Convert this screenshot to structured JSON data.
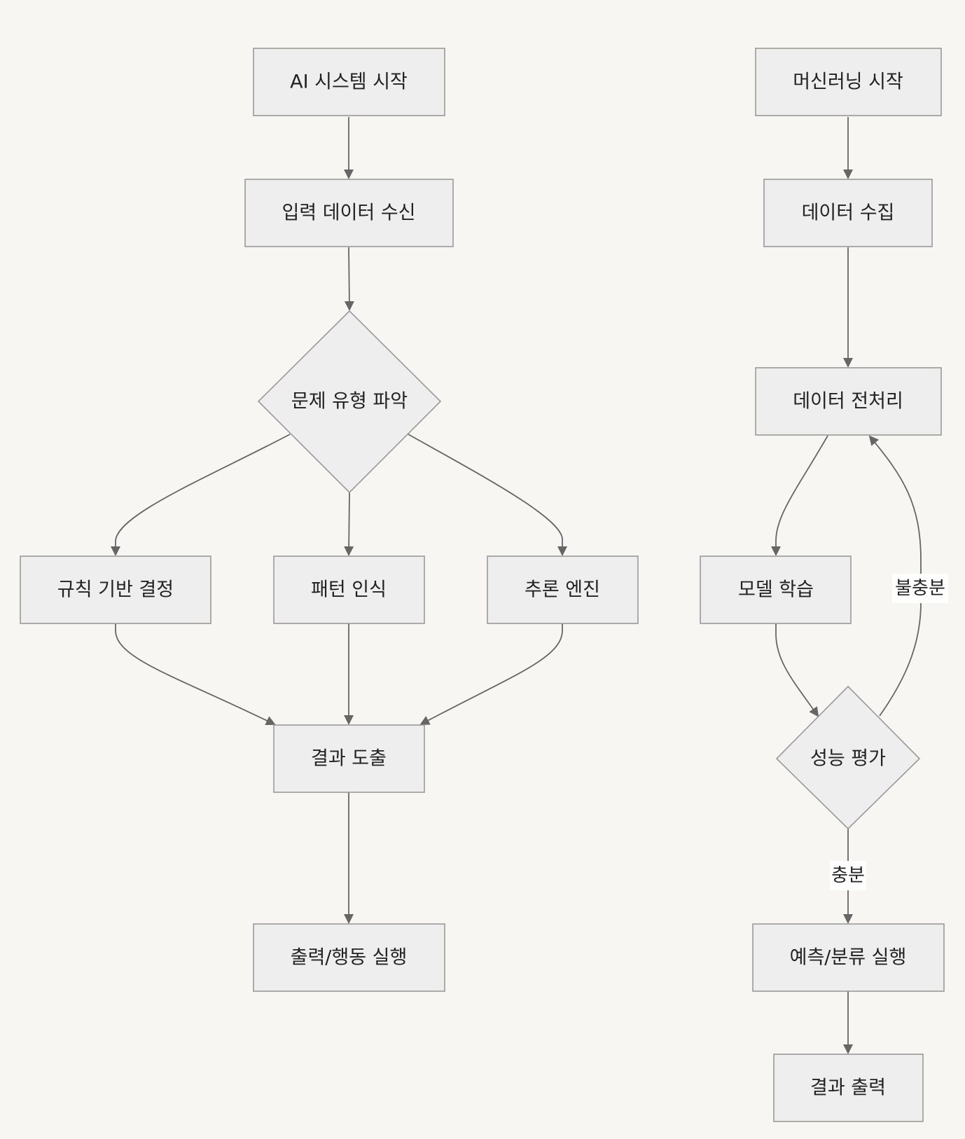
{
  "ai_flow": {
    "start": "AI 시스템 시작",
    "input": "입력 데이터 수신",
    "decision": "문제 유형 파악",
    "rule_based": "규칙 기반 결정",
    "pattern": "패턴 인식",
    "inference": "추론 엔진",
    "result": "결과 도출",
    "output": "출력/행동 실행"
  },
  "ml_flow": {
    "start": "머신러닝 시작",
    "collect": "데이터 수집",
    "preprocess": "데이터 전처리",
    "train": "모델 학습",
    "evaluate": "성능 평가",
    "predict": "예측/분류 실행",
    "result": "결과 출력",
    "edge_insufficient": "불충분",
    "edge_sufficient": "충분"
  },
  "colors": {
    "background": "#f7f6f3",
    "node_fill": "#eeeeee",
    "node_stroke": "#999999",
    "edge": "#666666"
  }
}
